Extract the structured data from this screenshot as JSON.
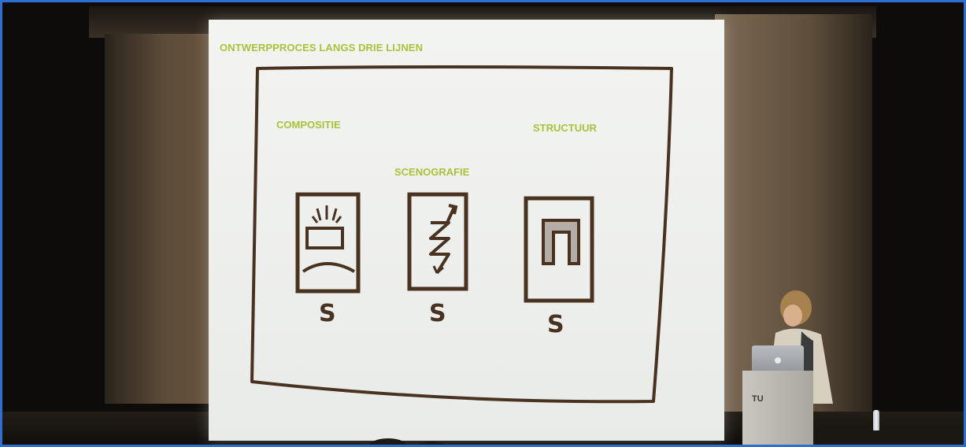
{
  "slide": {
    "title": "ONTWERPPROCES LANGS DRIE LIJNEN",
    "labels": {
      "compositie": "COMPOSITIE",
      "scenografie": "SCENOGRAFIE",
      "structuur": "STRUCTUUR"
    },
    "sketch_letters": [
      "S",
      "S",
      "S"
    ]
  },
  "podium": {
    "logo_text": "TU"
  },
  "colors": {
    "title_green": "#a8c23a",
    "sketch_brown": "#4a3220",
    "frame_blue": "#2f6fd1"
  }
}
